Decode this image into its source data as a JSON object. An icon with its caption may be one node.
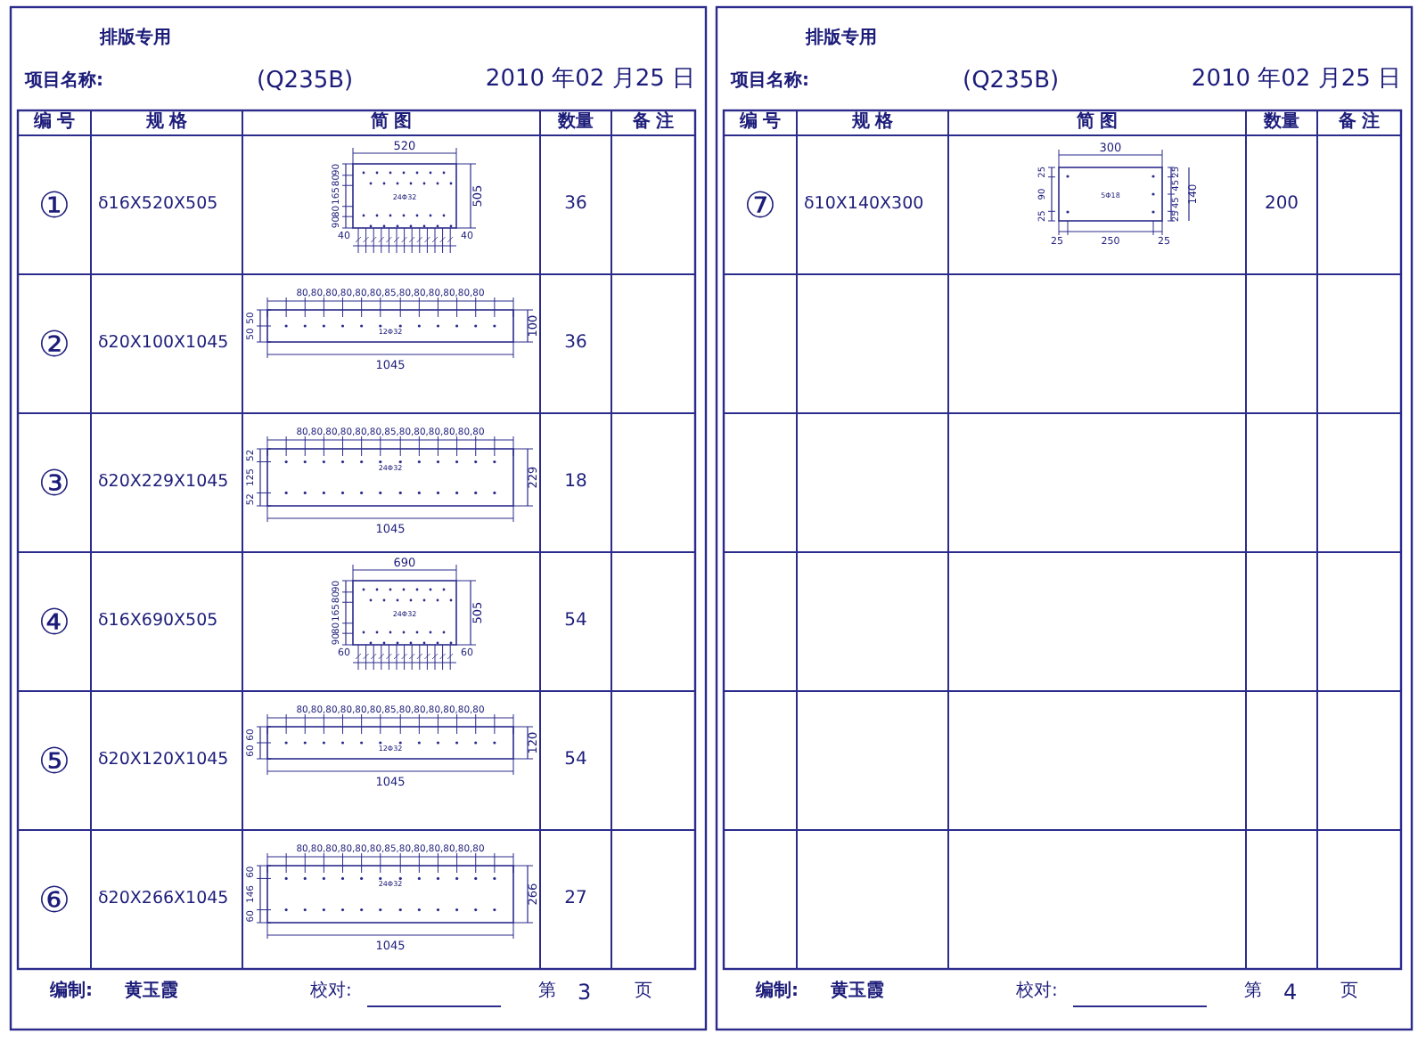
{
  "diagram": {
    "labels": [
      "排版专用",
      "项目名称:",
      "(Q235B)",
      "2010 年02 月25 日",
      "编 号",
      "规 格",
      "简 图",
      "数量",
      "备 注",
      "①",
      "δ16X520X505",
      "520",
      "90",
      "80",
      "165",
      "80",
      "90",
      "24Φ32",
      "505",
      "40",
      "40",
      "36",
      "②",
      "δ20X100X1045",
      "80,80,80,80,80,80,85,80,80,80,80,80,80",
      "50",
      "50",
      "12Φ32",
      "100",
      "1045",
      "36",
      "③",
      "δ20X229X1045",
      "80,80,80,80,80,80,85,80,80,80,80,80,80",
      "52",
      "125",
      "52",
      "24Φ32",
      "229",
      "1045",
      "18",
      "④",
      "δ16X690X505",
      "690",
      "90",
      "80",
      "165",
      "80",
      "90",
      "24Φ32",
      "505",
      "60",
      "60",
      "54",
      "⑤",
      "δ20X120X1045",
      "80,80,80,80,80,80,85,80,80,80,80,80,80",
      "60",
      "60",
      "12Φ32",
      "120",
      "1045",
      "54",
      "⑥",
      "δ20X266X1045",
      "80,80,80,80,80,80,85,80,80,80,80,80,80",
      "60",
      "146",
      "60",
      "24Φ32",
      "266",
      "1045",
      "27",
      "编制:",
      "黄玉霞",
      "校对:",
      "第",
      "3",
      "页",
      "排版专用",
      "项目名称:",
      "(Q235B)",
      "2010 年02 月25 日",
      "编 号",
      "规 格",
      "简 图",
      "数量",
      "备 注",
      "⑦",
      "δ10X140X300",
      "300",
      "25",
      "90",
      "25",
      "5Φ18",
      "25",
      "45",
      "45",
      "25",
      "140",
      "25",
      "250",
      "25",
      "200",
      "编制:",
      "黄玉霞",
      "校对:",
      "第",
      "4",
      "页"
    ]
  }
}
